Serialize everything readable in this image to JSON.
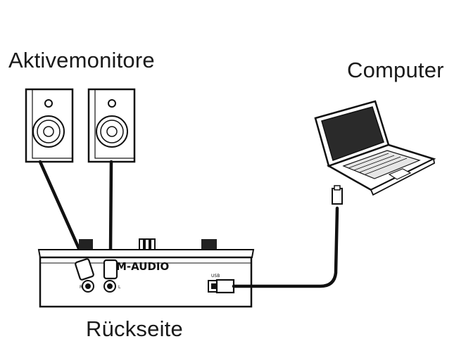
{
  "labels": {
    "monitors": "Aktivemonitore",
    "computer": "Computer",
    "rear": "Rückseite"
  },
  "device": {
    "brand": "M-AUDIO",
    "usb_port_label": "USB",
    "out_left_label": "L",
    "out_right_label": "R"
  }
}
